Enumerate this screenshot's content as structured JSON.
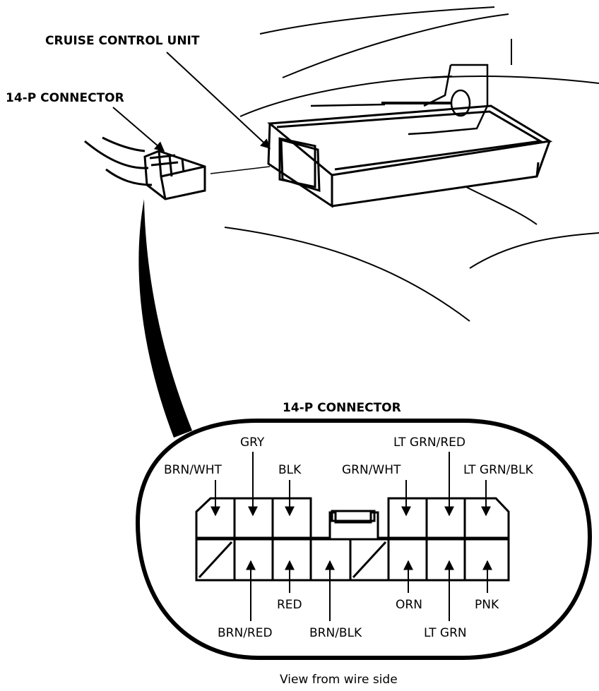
{
  "labels": {
    "cruise_control_unit": "CRUISE CONTROL UNIT",
    "connector_top": "14-P CONNECTOR",
    "connector_detail": "14-P CONNECTOR",
    "view_caption": "View from wire side"
  },
  "pins": {
    "top": [
      "BRN/WHT",
      "GRY",
      "BLK",
      "GRN/WHT",
      "LT GRN/RED",
      "LT GRN/BLK"
    ],
    "bottom": [
      "BRN/RED",
      "RED",
      "BRN/BLK",
      "ORN",
      "LT GRN",
      "PNK"
    ]
  }
}
